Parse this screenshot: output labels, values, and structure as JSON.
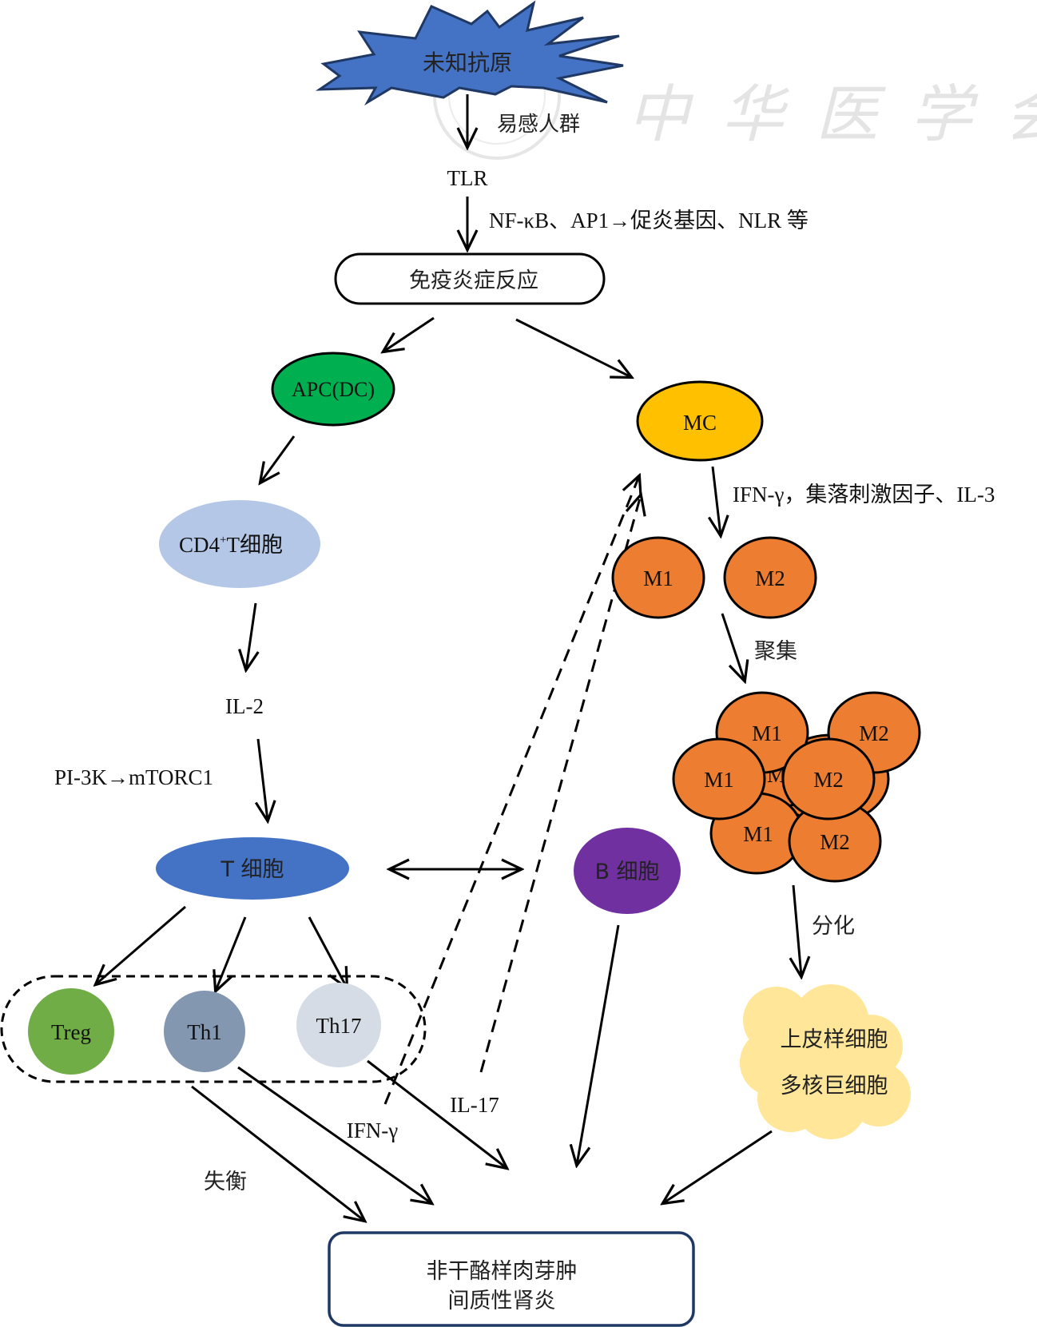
{
  "watermark": {
    "text": "中华医学会"
  },
  "nodes": {
    "antigen": {
      "label": "未知抗原",
      "color": "#4472C4"
    },
    "tlr": {
      "label": "TLR"
    },
    "inflammation": {
      "label": "免疫炎症反应"
    },
    "apc": {
      "label": "APC(DC)",
      "color": "#00B050"
    },
    "cd4": {
      "label_main": "CD4",
      "label_sup": "+",
      "label_rest": "T细胞",
      "color": "#B4C7E7"
    },
    "il2": {
      "label": "IL-2"
    },
    "tcell": {
      "label": "T 细胞",
      "color": "#4472C4"
    },
    "treg": {
      "label": "Treg",
      "color": "#70AD47"
    },
    "th1": {
      "label": "Th1",
      "color": "#8497B0"
    },
    "th17": {
      "label": "Th17",
      "color": "#D6DCE5"
    },
    "bcell": {
      "label": "B 细胞",
      "color": "#7030A0"
    },
    "mc": {
      "label": "MC",
      "color": "#FFC000"
    },
    "m1": {
      "label": "M1",
      "color": "#ED7D31"
    },
    "m2": {
      "label": "M2",
      "color": "#ED7D31"
    },
    "cluster": {
      "cells": [
        "M1",
        "M2",
        "M1",
        "M1",
        "M2",
        "M1",
        "M2"
      ],
      "hidden_label": "M"
    },
    "epithelioid": {
      "line1": "上皮样细胞",
      "line2": "多核巨细胞",
      "color": "#FFE699"
    },
    "outcome": {
      "line1": "非干酪样肉芽肿",
      "line2": "间质性肾炎",
      "border": "#1F3864"
    }
  },
  "edge_labels": {
    "susceptible": "易感人群",
    "tlr_path": "NF-κB、AP1→促炎基因、NLR 等",
    "mc_factors": "IFN-γ，集落刺激因子、IL-3",
    "pi3k": "PI-3K→mTORC1",
    "aggregate": "聚集",
    "differentiate": "分化",
    "il17": "IL-17",
    "ifng": "IFN-γ",
    "imbalance": "失衡"
  }
}
